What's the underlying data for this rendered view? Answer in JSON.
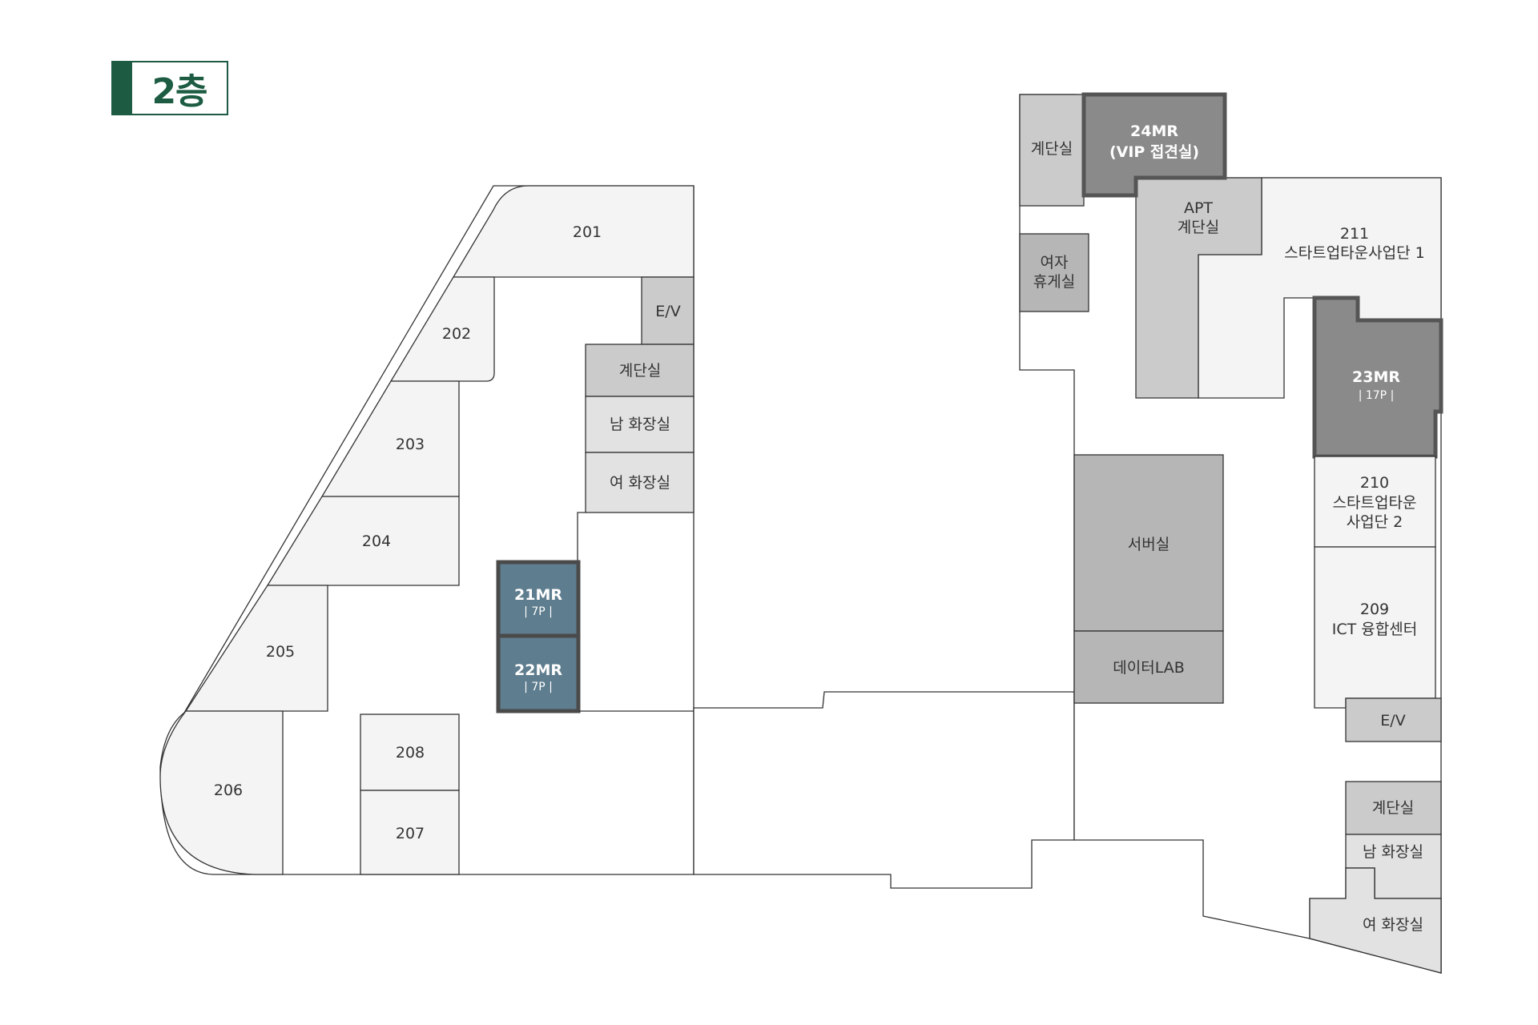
{
  "floor": {
    "label": "2층",
    "accent": "#1d5c43"
  },
  "rooms": {
    "r201": "201",
    "r202": "202",
    "r203": "203",
    "r204": "204",
    "r205": "205",
    "r206": "206",
    "r207": "207",
    "r208": "208",
    "ev_left": "E/V",
    "stairs_left": "계단실",
    "mens_left": "남 화장실",
    "womens_left": "여 화장실",
    "mr21": {
      "name": "21MR",
      "cap": "| 7P |"
    },
    "mr22": {
      "name": "22MR",
      "cap": "| 7P |"
    },
    "stairs_top": "계단실",
    "mr24": {
      "name": "24MR",
      "sub": "(VIP 접견실)"
    },
    "apt_stairs": {
      "line1": "APT",
      "line2": "계단실"
    },
    "womens_lounge": {
      "line1": "여자",
      "line2": "휴게실"
    },
    "r211": {
      "num": "211",
      "name": "스타트업타운사업단 1"
    },
    "mr23": {
      "name": "23MR",
      "cap": "| 17P |"
    },
    "r210": {
      "num": "210",
      "line1": "스타트업타운",
      "line2": "사업단 2"
    },
    "r209": {
      "num": "209",
      "name": "ICT 융합센터"
    },
    "server": "서버실",
    "datalab": "데이터LAB",
    "ev_right": "E/V",
    "stairs_right": "계단실",
    "mens_right": "남 화장실",
    "womens_right": "여 화장실"
  },
  "colors": {
    "room_light": "#f3f4f3",
    "room_grey": "#cbcbcb",
    "meeting_dark": "#8a8a8a",
    "meeting_blue": "#5e7d8e"
  }
}
